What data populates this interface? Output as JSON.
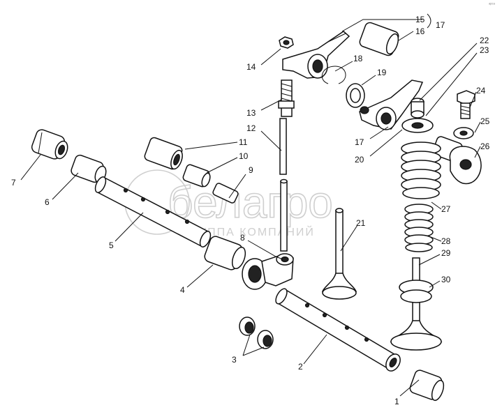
{
  "corner_mark": "ᵃᵖᶜᵃ",
  "watermark": {
    "brand": "белагро",
    "tagline": "ГРУППА КОМПАНИЙ"
  },
  "callouts": [
    {
      "id": "1",
      "text": "1"
    },
    {
      "id": "2",
      "text": "2"
    },
    {
      "id": "3",
      "text": "3"
    },
    {
      "id": "4",
      "text": "4"
    },
    {
      "id": "5",
      "text": "5"
    },
    {
      "id": "6",
      "text": "6"
    },
    {
      "id": "7",
      "text": "7"
    },
    {
      "id": "8",
      "text": "8"
    },
    {
      "id": "9",
      "text": "9"
    },
    {
      "id": "10",
      "text": "10"
    },
    {
      "id": "11",
      "text": "11"
    },
    {
      "id": "12",
      "text": "12"
    },
    {
      "id": "13",
      "text": "13"
    },
    {
      "id": "14",
      "text": "14"
    },
    {
      "id": "15",
      "text": "15"
    },
    {
      "id": "16",
      "text": "16"
    },
    {
      "id": "17a",
      "text": "17"
    },
    {
      "id": "17b",
      "text": "17"
    },
    {
      "id": "18",
      "text": "18"
    },
    {
      "id": "19",
      "text": "19"
    },
    {
      "id": "20",
      "text": "20"
    },
    {
      "id": "21",
      "text": "21"
    },
    {
      "id": "22",
      "text": "22"
    },
    {
      "id": "23",
      "text": "23"
    },
    {
      "id": "24",
      "text": "24"
    },
    {
      "id": "25",
      "text": "25"
    },
    {
      "id": "26",
      "text": "26"
    },
    {
      "id": "27",
      "text": "27"
    },
    {
      "id": "28",
      "text": "28"
    },
    {
      "id": "29",
      "text": "29"
    },
    {
      "id": "30",
      "text": "30"
    }
  ]
}
